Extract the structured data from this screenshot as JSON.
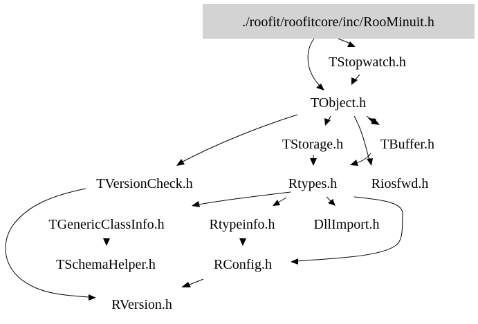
{
  "nodes": {
    "roominuit": "./roofit/roofitcore/inc/RooMinuit.h",
    "tstopwatch": "TStopwatch.h",
    "tobject": "TObject.h",
    "tstorage": "TStorage.h",
    "tbuffer": "TBuffer.h",
    "tversioncheck": "TVersionCheck.h",
    "rtypes": "Rtypes.h",
    "riosfwd": "Riosfwd.h",
    "tgenericclassinfo": "TGenericClassInfo.h",
    "rtypeinfo": "Rtypeinfo.h",
    "dllimport": "DllImport.h",
    "tschemahelper": "TSchemaHelper.h",
    "rconfig": "RConfig.h",
    "rversion": "RVersion.h"
  },
  "colors": {
    "root_fill": "#d3d3d3",
    "edge": "#000000",
    "text": "#000000",
    "background": "#ffffff"
  }
}
